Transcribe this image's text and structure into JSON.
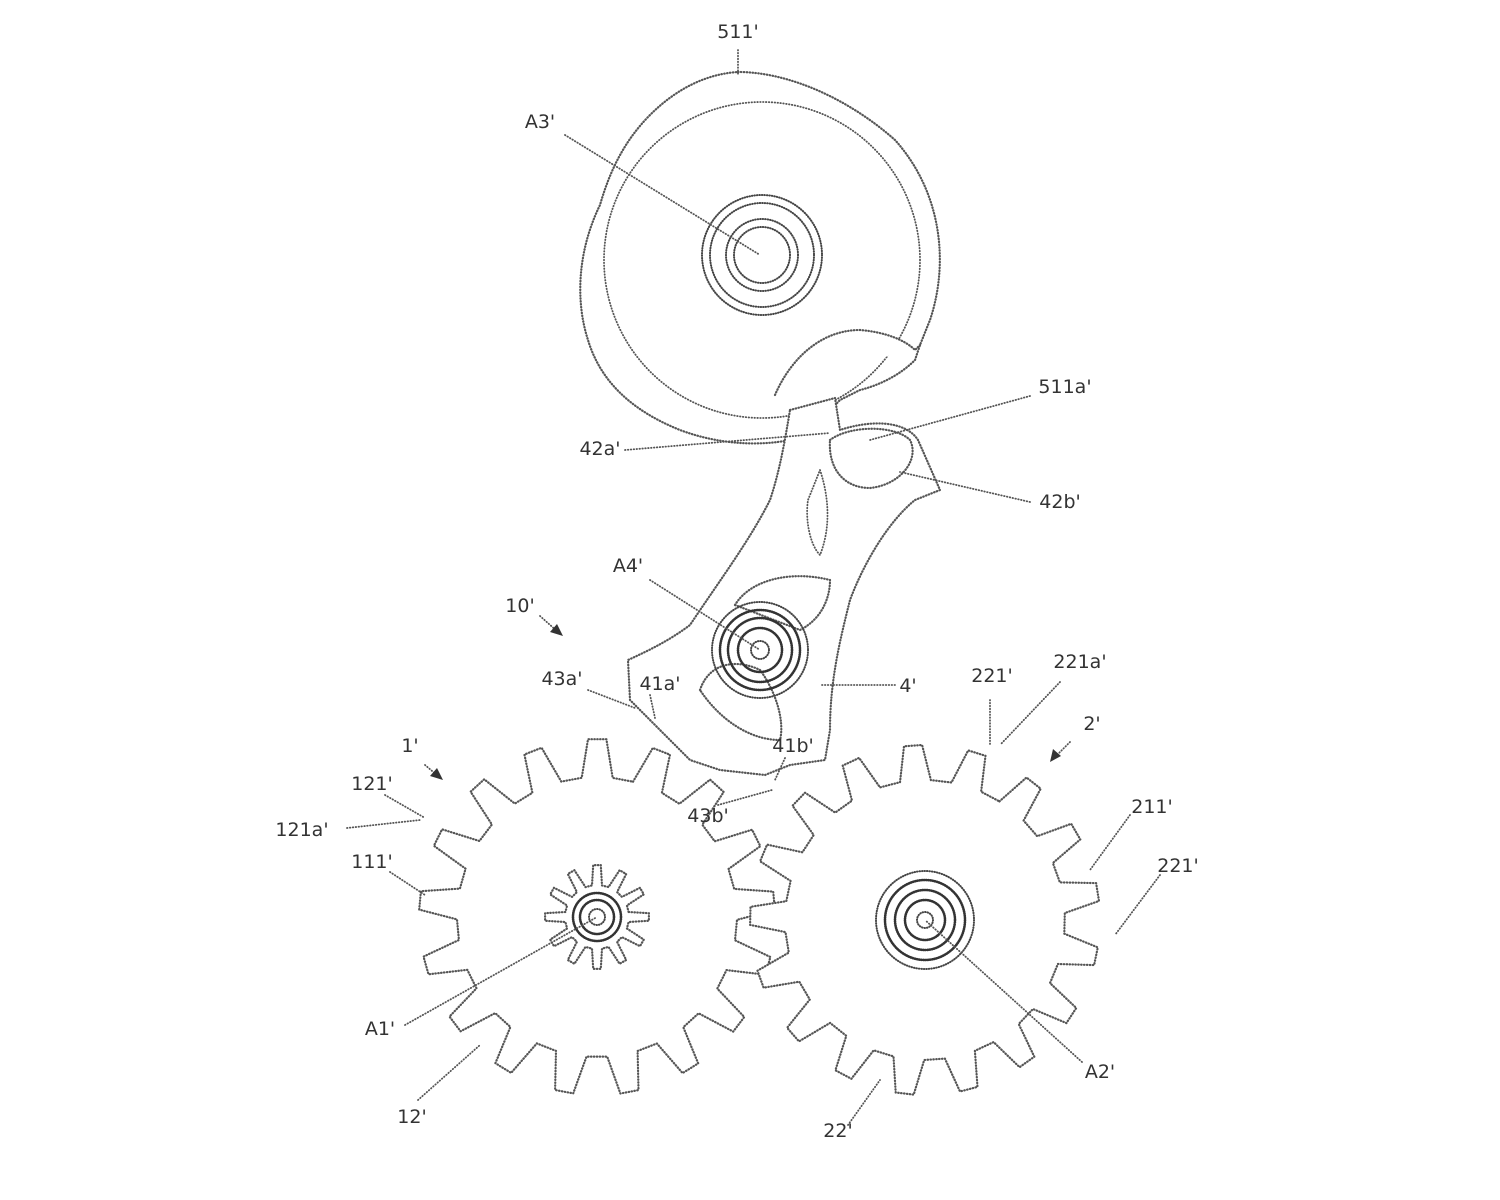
{
  "colors": {
    "background": "#ffffff",
    "ink": "#555555",
    "text": "#333333"
  },
  "labels": {
    "l511": "511'",
    "A3": "A3'",
    "l511a": "511a'",
    "l42a": "42a'",
    "l42b": "42b'",
    "A4": "A4'",
    "l10": "10'",
    "l43a": "43a'",
    "l41a": "41a'",
    "l4": "4'",
    "l221top": "221'",
    "l221a": "221a'",
    "l2": "2'",
    "l1": "1'",
    "l41b": "41b'",
    "l121": "121'",
    "l121a": "121a'",
    "l43b": "43b'",
    "l211": "211'",
    "l111": "111'",
    "l221right": "221'",
    "A1": "A1'",
    "A2": "A2'",
    "l12": "12'",
    "l22": "22'"
  }
}
